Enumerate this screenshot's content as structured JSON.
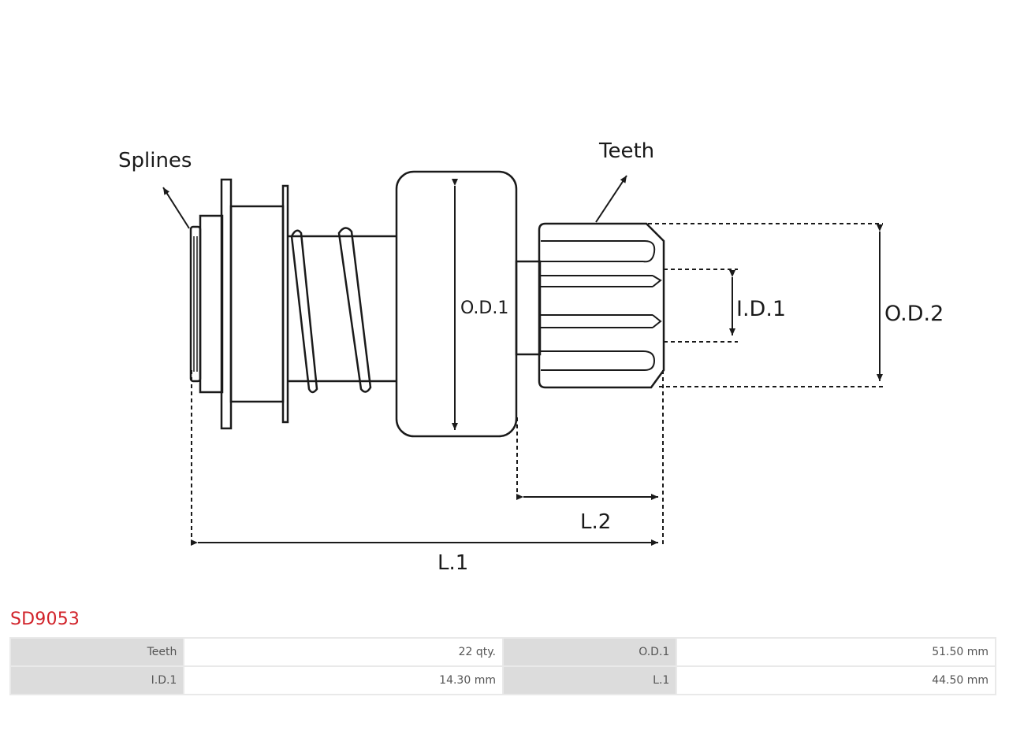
{
  "diagram": {
    "labels": {
      "splines": "Splines",
      "teeth": "Teeth",
      "od1": "O.D.1",
      "id1": "I.D.1",
      "od2": "O.D.2",
      "l1": "L.1",
      "l2": "L.2"
    }
  },
  "part": {
    "code": "SD9053"
  },
  "specs": {
    "rows": [
      {
        "k1": "Teeth",
        "v1": "22 qty.",
        "k2": "O.D.1",
        "v2": "51.50 mm"
      },
      {
        "k1": "I.D.1",
        "v1": "14.30 mm",
        "k2": "L.1",
        "v2": "44.50 mm"
      }
    ]
  },
  "colors": {
    "accent": "#d1232a",
    "line": "#1a1a1a",
    "table_key_bg": "#dcdcdc",
    "table_border": "#e9e9e9"
  }
}
